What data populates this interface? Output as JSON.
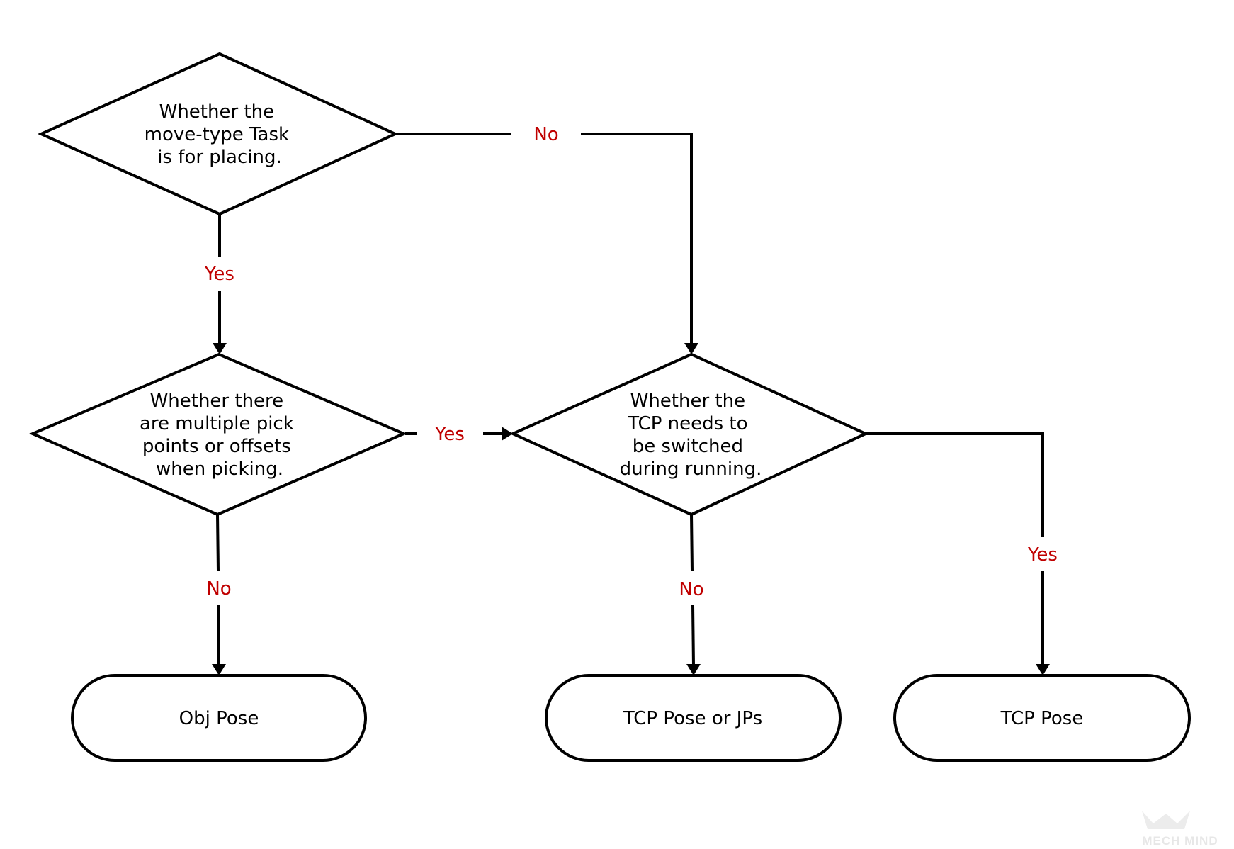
{
  "colors": {
    "line": "#000000",
    "label": "#c00000",
    "background": "#ffffff"
  },
  "nodes": {
    "decision_placing": {
      "type": "decision",
      "lines": [
        "Whether the",
        "move-type Task",
        "is for placing."
      ]
    },
    "decision_multiple": {
      "type": "decision",
      "lines": [
        "Whether there",
        "are multiple pick",
        "points or offsets",
        "when picking."
      ]
    },
    "decision_tcp": {
      "type": "decision",
      "lines": [
        "Whether the",
        "TCP needs to",
        "be switched",
        "during running."
      ]
    },
    "terminal_obj": {
      "type": "terminal",
      "label": "Obj Pose"
    },
    "terminal_tcp_jps": {
      "type": "terminal",
      "label": "TCP Pose or JPs"
    },
    "terminal_tcp": {
      "type": "terminal",
      "label": "TCP Pose"
    }
  },
  "edges": {
    "placing_no": {
      "from": "decision_placing",
      "to": "decision_tcp",
      "label": "No"
    },
    "placing_yes": {
      "from": "decision_placing",
      "to": "decision_multiple",
      "label": "Yes"
    },
    "multiple_yes": {
      "from": "decision_multiple",
      "to": "decision_tcp",
      "label": "Yes"
    },
    "multiple_no": {
      "from": "decision_multiple",
      "to": "terminal_obj",
      "label": "No"
    },
    "tcp_no": {
      "from": "decision_tcp",
      "to": "terminal_tcp_jps",
      "label": "No"
    },
    "tcp_yes": {
      "from": "decision_tcp",
      "to": "terminal_tcp",
      "label": "Yes"
    }
  },
  "watermark": "MECH MIND"
}
